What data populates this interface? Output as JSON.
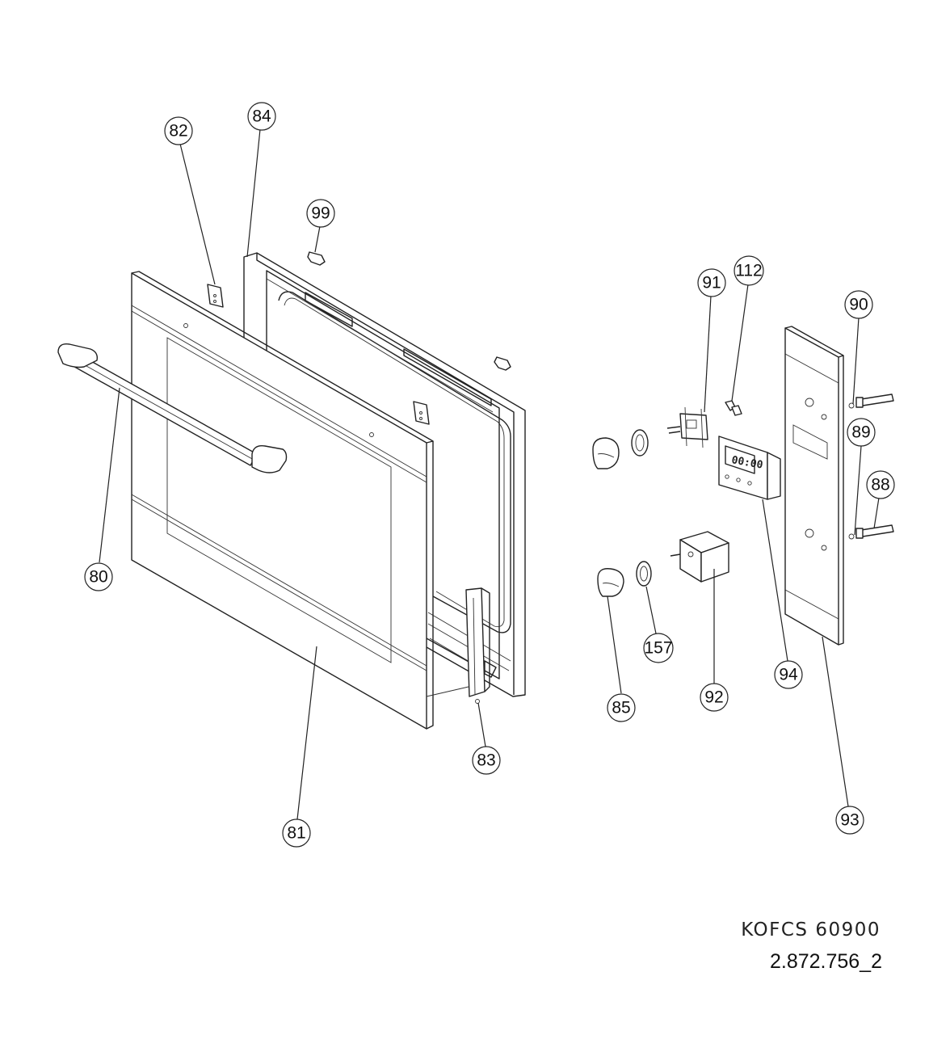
{
  "diagram": {
    "model": "KOFCS 60900",
    "drawing_code": "2.872.756_2",
    "timer_display": "00:00"
  },
  "callouts": [
    {
      "id": "82",
      "label": "82"
    },
    {
      "id": "84",
      "label": "84"
    },
    {
      "id": "99",
      "label": "99"
    },
    {
      "id": "91",
      "label": "91"
    },
    {
      "id": "112",
      "label": "112"
    },
    {
      "id": "90",
      "label": "90"
    },
    {
      "id": "89",
      "label": "89"
    },
    {
      "id": "88",
      "label": "88"
    },
    {
      "id": "80",
      "label": "80"
    },
    {
      "id": "157",
      "label": "157"
    },
    {
      "id": "94",
      "label": "94"
    },
    {
      "id": "85",
      "label": "85"
    },
    {
      "id": "92",
      "label": "92"
    },
    {
      "id": "83",
      "label": "83"
    },
    {
      "id": "93",
      "label": "93"
    },
    {
      "id": "81",
      "label": "81"
    }
  ]
}
